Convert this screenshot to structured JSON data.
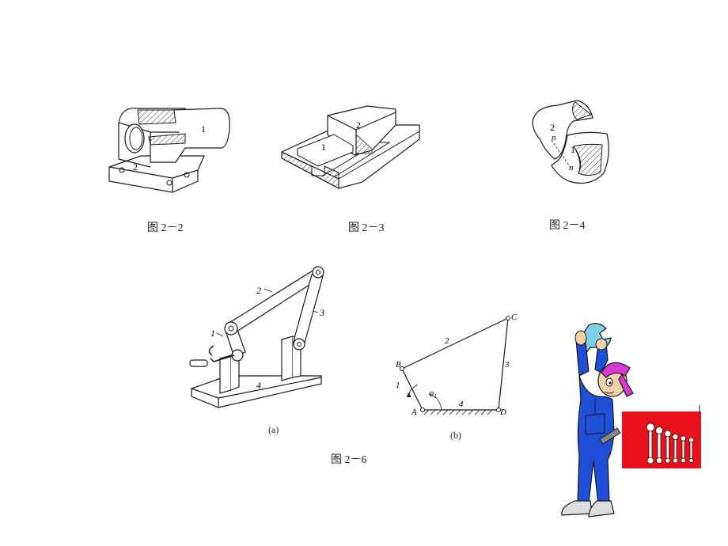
{
  "figures": {
    "fig_2_2": {
      "caption": "图 2－2",
      "labels": [
        "1",
        "2"
      ]
    },
    "fig_2_3": {
      "caption": "图 2－3",
      "labels": [
        "1",
        "2"
      ]
    },
    "fig_2_4": {
      "caption": "图 2－4",
      "labels": [
        "2",
        "n",
        "1",
        "n"
      ]
    },
    "fig_2_6": {
      "caption": "图 2－6",
      "sub_a": {
        "caption": "(a)",
        "labels": [
          "1",
          "2",
          "3",
          "4"
        ]
      },
      "sub_b": {
        "caption": "(b)",
        "labels": {
          "A": "A",
          "B": "B",
          "C": "C",
          "D": "D",
          "link1": "1",
          "link2": "2",
          "link3": "3",
          "link4": "4",
          "angle": "φ",
          "angle_sub": "1"
        }
      }
    }
  },
  "decor": {
    "mechanic_icon": "mechanic-holding-wrench",
    "toolboard_icon": "red-wrench-board"
  },
  "colors": {
    "line": "#1a1a1a",
    "hatch": "#333333",
    "toolboard": "#e8101a",
    "overall": "#1f4fd6",
    "cap": "#d63ad0"
  }
}
